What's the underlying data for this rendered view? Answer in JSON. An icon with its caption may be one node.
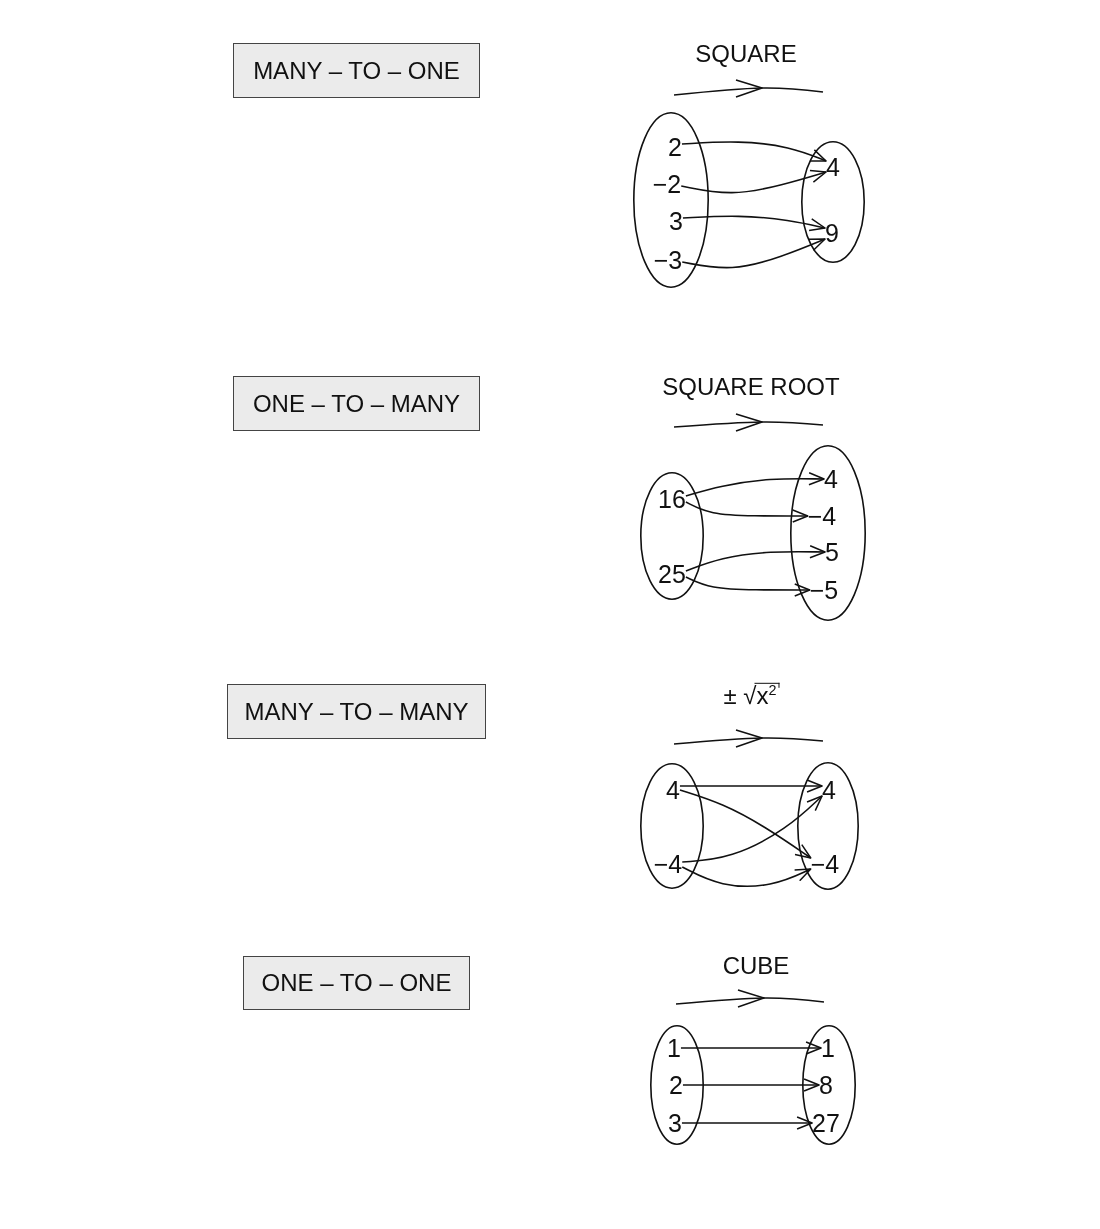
{
  "diagram": {
    "nodes": [
      {
        "text": [
          "MANY – TO – ONE"
        ]
      },
      {
        "text": [],
        "shape": "ellipse"
      },
      {
        "text": [
          "2"
        ],
        "in": 1
      },
      {
        "text": [
          "−2"
        ],
        "in": 1
      },
      {
        "text": [
          "3"
        ],
        "in": 1
      },
      {
        "text": [
          "−3"
        ],
        "in": 1
      },
      {
        "text": [],
        "shape": "ellipse"
      },
      {
        "text": [
          "4"
        ],
        "in": 6
      },
      {
        "text": [
          "9"
        ],
        "in": 6
      },
      {
        "text": [
          "ONE – TO – MANY"
        ]
      },
      {
        "text": [],
        "shape": "ellipse"
      },
      {
        "text": [
          "16"
        ],
        "in": 10
      },
      {
        "text": [
          "25"
        ],
        "in": 10
      },
      {
        "text": [],
        "shape": "ellipse"
      },
      {
        "text": [
          "4"
        ],
        "in": 13
      },
      {
        "text": [
          "−4"
        ],
        "in": 13
      },
      {
        "text": [
          "5"
        ],
        "in": 13
      },
      {
        "text": [
          "−5"
        ],
        "in": 13
      },
      {
        "text": [
          "MANY – TO – MANY"
        ]
      },
      {
        "text": [],
        "shape": "ellipse"
      },
      {
        "text": [
          "4"
        ],
        "in": 19
      },
      {
        "text": [
          "−4"
        ],
        "in": 19
      },
      {
        "text": [],
        "shape": "ellipse"
      },
      {
        "text": [
          "4"
        ],
        "in": 22
      },
      {
        "text": [
          "−4"
        ],
        "in": 22
      },
      {
        "text": [
          "ONE – TO – ONE"
        ]
      },
      {
        "text": [],
        "shape": "ellipse"
      },
      {
        "text": [
          "1"
        ],
        "in": 26
      },
      {
        "text": [
          "2"
        ],
        "in": 26
      },
      {
        "text": [
          "3"
        ],
        "in": 26
      },
      {
        "text": [],
        "shape": "ellipse"
      },
      {
        "text": [
          "1"
        ],
        "in": 30
      },
      {
        "text": [
          "8"
        ],
        "in": 30
      },
      {
        "text": [
          "27"
        ],
        "in": 30
      }
    ],
    "edges": [
      {
        "from": 2,
        "to": 7,
        "arrow": "to"
      },
      {
        "from": 3,
        "to": 7,
        "arrow": "to"
      },
      {
        "from": 4,
        "to": 8,
        "arrow": "to"
      },
      {
        "from": 5,
        "to": 8,
        "arrow": "to"
      },
      {
        "from": 11,
        "to": 14,
        "arrow": "to"
      },
      {
        "from": 11,
        "to": 15,
        "arrow": "to"
      },
      {
        "from": 12,
        "to": 16,
        "arrow": "to"
      },
      {
        "from": 12,
        "to": 17,
        "arrow": "to"
      },
      {
        "from": 20,
        "to": 23,
        "arrow": "to"
      },
      {
        "from": 20,
        "to": 24,
        "arrow": "to"
      },
      {
        "from": 21,
        "to": 23,
        "arrow": "to"
      },
      {
        "from": 21,
        "to": 24,
        "arrow": "to"
      },
      {
        "from": 27,
        "to": 31,
        "arrow": "to"
      },
      {
        "from": 28,
        "to": 32,
        "arrow": "to"
      },
      {
        "from": 29,
        "to": 33,
        "arrow": "to"
      }
    ],
    "labels": [
      "SQUARE",
      "SQUARE ROOT",
      "± √x$^{2}$",
      "CUBE"
    ]
  }
}
